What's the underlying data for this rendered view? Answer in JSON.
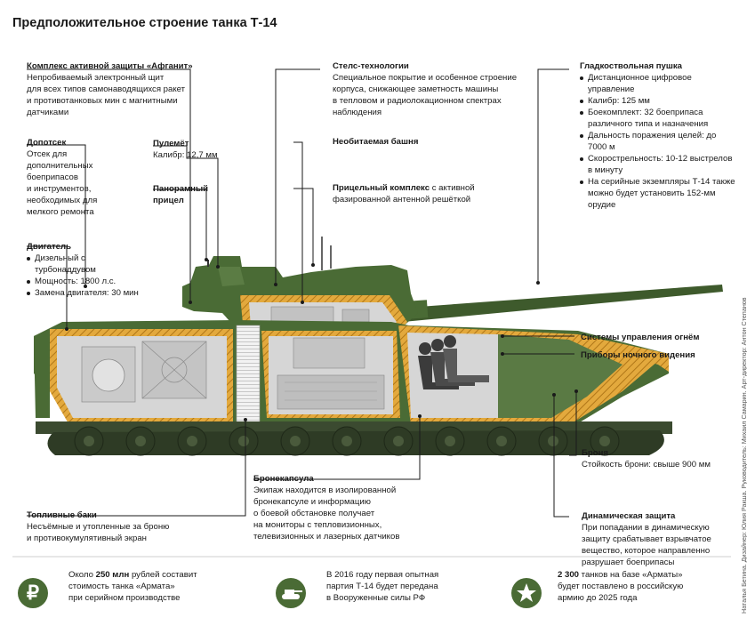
{
  "title": "Предположительное строение танка Т-14",
  "colors": {
    "hull": "#4a6b35",
    "hull_dark": "#3a5628",
    "armor": "#e0a63a",
    "interior": "#d6d6d6",
    "track": "#3b4a30",
    "text": "#1a1a1a"
  },
  "afganit": {
    "heading": "Комплекс активной защиты «Афганит»",
    "lines": [
      "Непробиваемый электронный щит",
      "для всех типов самонаводящихся ракет",
      "и противотанковых мин с магнитными",
      "датчиками"
    ]
  },
  "dopotsek": {
    "heading": "Допотсек",
    "lines": [
      "Отсек для",
      "дополнительных",
      "боеприпасов",
      "и инструментов,",
      "необходимых для",
      "мелкого ремонта"
    ]
  },
  "machinegun": {
    "heading": "Пулемёт",
    "lines": [
      "Калибр: 12,7 мм"
    ]
  },
  "panoramic": {
    "lines": [
      "Панорамный",
      "прицел"
    ]
  },
  "engine": {
    "heading": "Двигатель",
    "items": [
      "Дизельный с турбонаддувом",
      "Мощность: 1800 л.с.",
      "Замена двигателя: 30 мин"
    ]
  },
  "stealth": {
    "heading": "Стелс-технологии",
    "lines": [
      "Специальное покрытие и особенное строение",
      "корпуса, снижающее заметность машины",
      "в тепловом и радиолокационном спектрах",
      "наблюдения"
    ]
  },
  "turret": {
    "heading": "Необитаемая башня"
  },
  "sight": {
    "heading": "Прицельный комплекс",
    "text_inline": "с активной",
    "lines": [
      "фазированной антенной решёткой"
    ]
  },
  "gun": {
    "heading": "Гладкоствольная пушка",
    "items": [
      "Дистанционное цифровое управление",
      "Калибр: 125 мм",
      "Боекомплект: 32 боеприпаса различного типа и назначения",
      "Дальность поражения целей: до 7000 м",
      "Скорострельность: 10-12 выстрелов в минуту",
      "На серийные экземпляры Т-14 также можно будет установить 152-мм орудие"
    ]
  },
  "fire_control": {
    "heading": "Системы управления огнём"
  },
  "night_vision": {
    "heading": "Приборы ночного видения"
  },
  "armor": {
    "heading": "Броня",
    "lines": [
      "Стойкость брони: свыше 900 мм"
    ]
  },
  "capsule": {
    "heading": "Бронекапсула",
    "lines": [
      "Экипаж находится в изолированной",
      "бронекапсуле и информацию",
      "о боевой обстановке получает",
      "на мониторы с тепловизионных,",
      "телевизионных и лазерных датчиков"
    ]
  },
  "fuel": {
    "heading": "Топливные баки",
    "lines": [
      "Несъёмные и утопленные за броню",
      "и противокумулятивный экран"
    ]
  },
  "reactive": {
    "heading": "Динамическая защита",
    "lines": [
      "При попадании в динамическую",
      "защиту срабатывает взрывчатое",
      "вещество, которое направленно",
      "разрушает боеприпасы"
    ]
  },
  "footer": [
    {
      "icon": "ruble-icon",
      "line1_pre": "Около ",
      "line1_bold": "250 млн",
      "line1_post": " рублей составит",
      "line2": "стоимость танка «Армата»",
      "line3": "при серийном производстве"
    },
    {
      "icon": "tank-icon",
      "line1_pre": "В 2016 году первая опытная",
      "line1_bold": "",
      "line1_post": "",
      "line2": "партия Т-14 будет передана",
      "line3": "в Вооруженные силы РФ"
    },
    {
      "icon": "army-star-icon",
      "line1_pre": "",
      "line1_bold": "2 300",
      "line1_post": " танков на базе «Арматы»",
      "line2": "будет поставлено в российскую",
      "line3": "армию до 2025 года"
    }
  ],
  "credit": "Наталья Бетина. Дизайнер: Юлия Ракша. Руководитель: Михаил Самарин. Арт-директор: Антон Степанов",
  "ruble_glyph": "₽"
}
